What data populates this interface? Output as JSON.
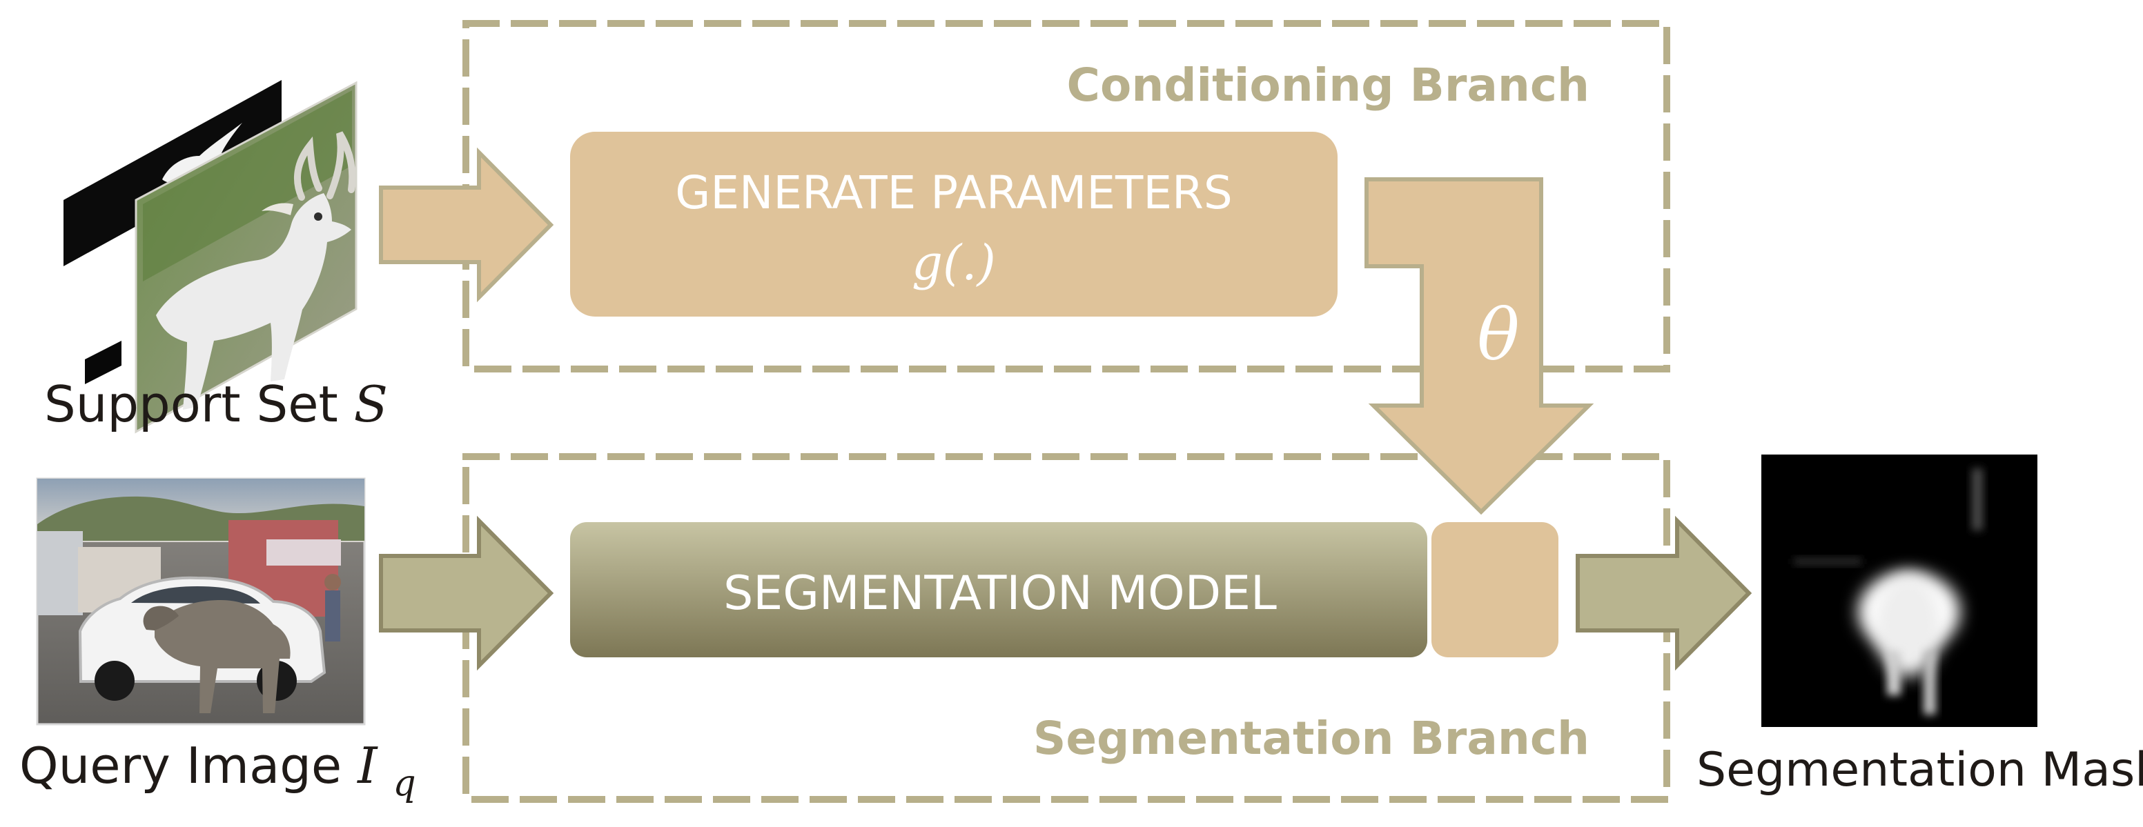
{
  "diagram": {
    "conditioning_branch_label": "Conditioning Branch",
    "segmentation_branch_label": "Segmentation Branch",
    "generate_parameters_label": "GENERATE PARAMETERS",
    "generate_parameters_math": "g(.)",
    "segmentation_model_label": "SEGMENTATION MODEL",
    "theta_symbol": "θ",
    "support_set_label": "Support Set ",
    "support_set_symbol": "S",
    "query_image_label": "Query Image ",
    "query_image_symbol": "I",
    "query_image_subscript": "q",
    "segmentation_mask_label": "Segmentation Mask"
  },
  "colors": {
    "branch_border": "#b7af8a",
    "branch_text": "#b8b08c",
    "conditioning_fill": "#dfc39a",
    "segmentation_box_top": "#c7c4a3",
    "segmentation_box_bottom": "#7d7755",
    "arrow_fill": "#b8b48f",
    "arrow_stroke": "#8f8967",
    "text_dark": "#1f1a17",
    "text_white": "#ffffff"
  }
}
